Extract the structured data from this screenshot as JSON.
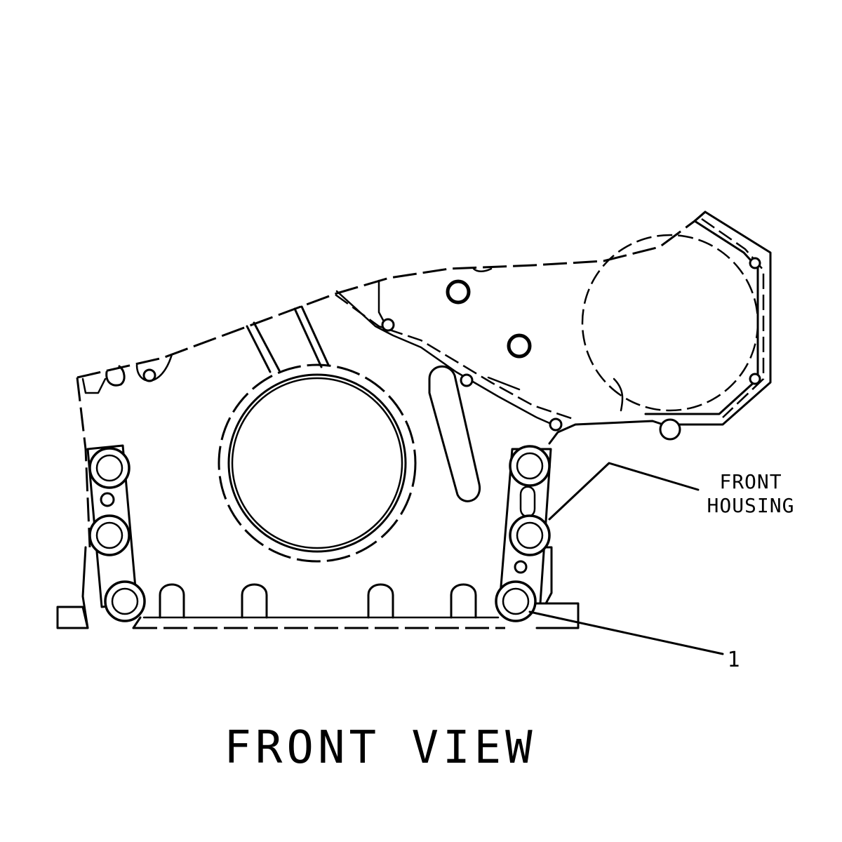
{
  "callouts": {
    "front_housing_line1": "FRONT",
    "front_housing_line2": "HOUSING",
    "item_1": "1"
  },
  "view_title": "FRONT VIEW"
}
